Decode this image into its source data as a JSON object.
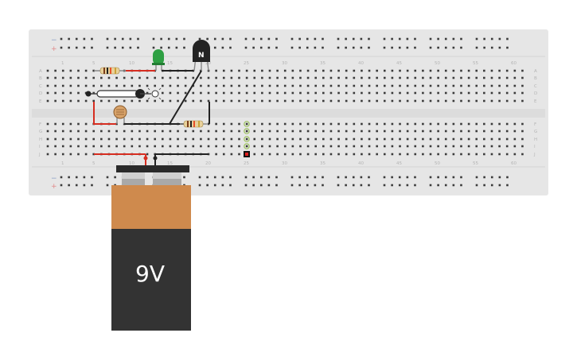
{
  "breadboard": {
    "column_numbers": [
      "1",
      "5",
      "10",
      "15",
      "20",
      "25",
      "30",
      "35",
      "40",
      "45",
      "50",
      "55",
      "60"
    ],
    "row_letters_top": [
      "A",
      "B",
      "C",
      "D",
      "E"
    ],
    "row_letters_bottom": [
      "F",
      "G",
      "H",
      "I",
      "J"
    ],
    "rail_minus": "−",
    "rail_plus": "+"
  },
  "battery": {
    "label": "9V",
    "top_color": "#cf8a4d",
    "body_color": "#333333"
  },
  "components": {
    "transistor_label": "N",
    "led_color": "#2ea043",
    "wire_red": "#d62d20",
    "wire_black": "#222222"
  }
}
